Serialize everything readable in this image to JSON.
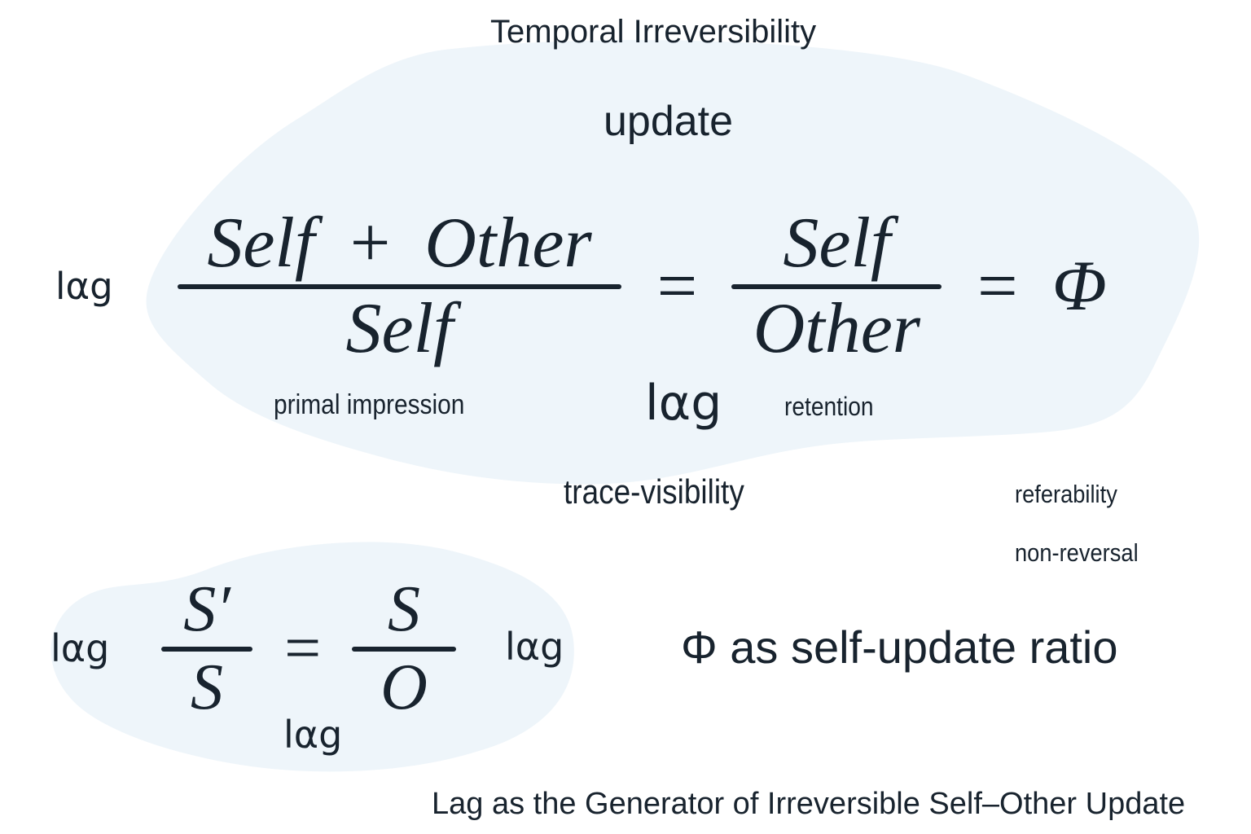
{
  "colors": {
    "background": "#ffffff",
    "blob": "#eef5fa",
    "text": "#18232e"
  },
  "header": {
    "title": "Temporal Irreversibility",
    "subtitle": "update"
  },
  "equation_main": {
    "lag_left": "lαg",
    "numerator1": "Self + Other",
    "denominator1": "Self",
    "equals1": "=",
    "numerator2": "Self",
    "denominator2": "Other",
    "equals2": "=",
    "phi": "Φ",
    "label_primal_impression": "primal impression",
    "lag_below": "lαg",
    "label_retention": "retention"
  },
  "middle_labels": {
    "trace_visibility": "trace-visibility",
    "referability": "referability",
    "non_reversal": "non-reversal"
  },
  "equation_second": {
    "lag_left": "lαg",
    "numerator1": "S′",
    "denominator1": "S",
    "equals": "=",
    "numerator2": "S",
    "denominator2": "O",
    "lag_right": "lαg",
    "lag_below": "lαg"
  },
  "annotations": {
    "phi_ratio": "Φ as self-update ratio",
    "caption": "Lag as the Generator of Irreversible Self–Other Update"
  }
}
